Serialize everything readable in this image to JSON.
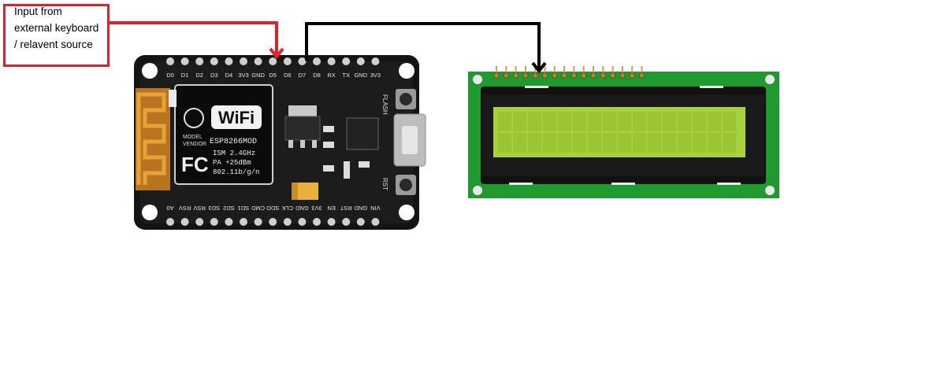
{
  "annotation": {
    "text": "Input from\nexternal keyboard\n/ relavent source"
  },
  "colors": {
    "board": "#111111",
    "lcd_pcb": "#1f9a2e",
    "lcd_screen": "#a8d23c",
    "red_wire": "#e0202a",
    "black_wire": "#000000"
  },
  "esp_board": {
    "top_pins": [
      "D0",
      "D1",
      "D2",
      "D3",
      "D4",
      "3V3",
      "GND",
      "D5",
      "D6",
      "D7",
      "D8",
      "RX",
      "TX",
      "GND",
      "3V3"
    ],
    "bottom_pins": [
      "A0",
      "RSV",
      "RSV",
      "SD3",
      "SD2",
      "SD1",
      "CMD",
      "SDO",
      "CLK",
      "GND",
      "3V3",
      "EN",
      "RST",
      "GND",
      "VIN"
    ],
    "wifi_logo": "WiFi",
    "chip_lines": [
      "ESP8266MOD",
      "ISM 2.4GHz",
      "PA  +25dBm",
      "802.11b/g/n"
    ],
    "model_vendor": [
      "MODEL",
      "VENDOR"
    ],
    "fc_mark": "FC",
    "flash_label": "FLASH",
    "rst_label": "RST"
  },
  "lcd": {
    "columns": 16,
    "rows": 2,
    "pin_count": 16
  }
}
